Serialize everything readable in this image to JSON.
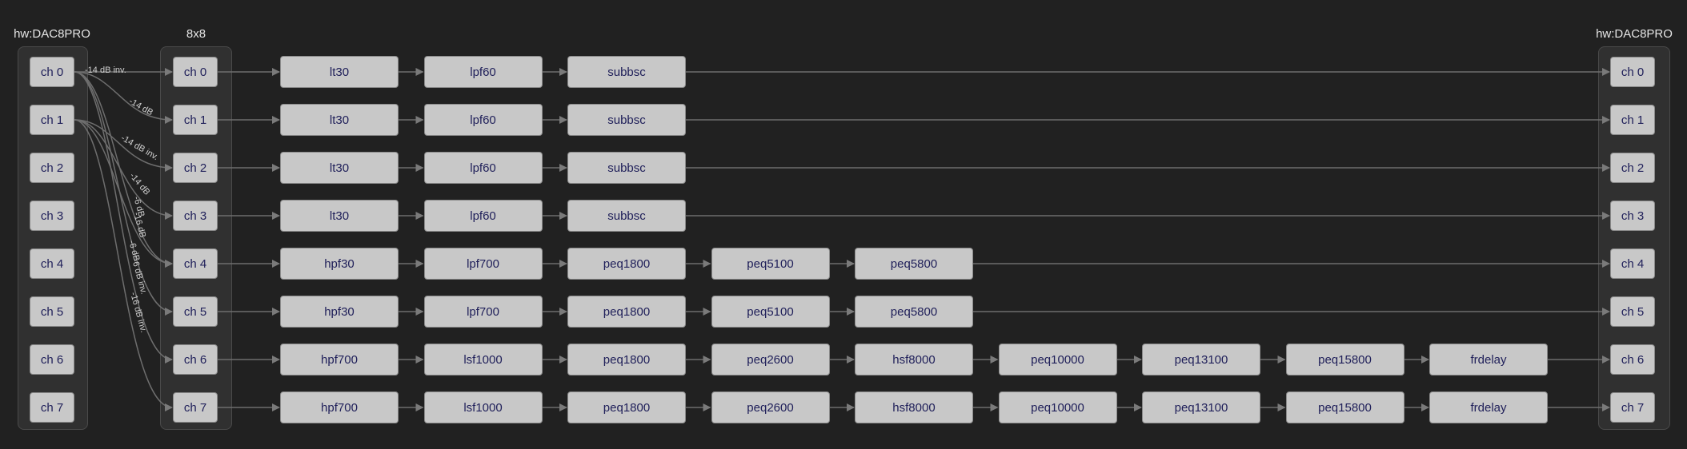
{
  "groups": {
    "input_title": "hw:DAC8PRO",
    "mixer_title": "8x8",
    "output_title": "hw:DAC8PRO"
  },
  "channels": [
    "ch 0",
    "ch 1",
    "ch 2",
    "ch 3",
    "ch 4",
    "ch 5",
    "ch 6",
    "ch 7"
  ],
  "filters": [
    [
      "lt30",
      "lpf60",
      "subbsc"
    ],
    [
      "lt30",
      "lpf60",
      "subbsc"
    ],
    [
      "lt30",
      "lpf60",
      "subbsc"
    ],
    [
      "lt30",
      "lpf60",
      "subbsc"
    ],
    [
      "hpf30",
      "lpf700",
      "peq1800",
      "peq5100",
      "peq5800"
    ],
    [
      "hpf30",
      "lpf700",
      "peq1800",
      "peq5100",
      "peq5800"
    ],
    [
      "hpf700",
      "lsf1000",
      "peq1800",
      "peq2600",
      "hsf8000",
      "peq10000",
      "peq13100",
      "peq15800",
      "frdelay"
    ],
    [
      "hpf700",
      "lsf1000",
      "peq1800",
      "peq2600",
      "hsf8000",
      "peq10000",
      "peq13100",
      "peq15800",
      "frdelay"
    ]
  ],
  "mixer_edges": [
    {
      "from": 0,
      "to": 0,
      "label": "-14 dB inv."
    },
    {
      "from": 0,
      "to": 1,
      "label": "-14 dB"
    },
    {
      "from": 1,
      "to": 2,
      "label": "-14 dB inv."
    },
    {
      "from": 1,
      "to": 3,
      "label": "-14 dB"
    },
    {
      "from": 0,
      "to": 4,
      "label": "-6 dB"
    },
    {
      "from": 1,
      "to": 4,
      "label": "-6 dB"
    },
    {
      "from": 0,
      "to": 5,
      "label": "-6 dB inv."
    },
    {
      "from": 0,
      "to": 6,
      "label": "-16 dB inv."
    },
    {
      "from": 1,
      "to": 7,
      "label": "-16 dB"
    }
  ],
  "colors": {
    "background": "#212121",
    "node": "#c8c8c8",
    "node_text": "#20205a",
    "edge": "#6e6e6e"
  }
}
